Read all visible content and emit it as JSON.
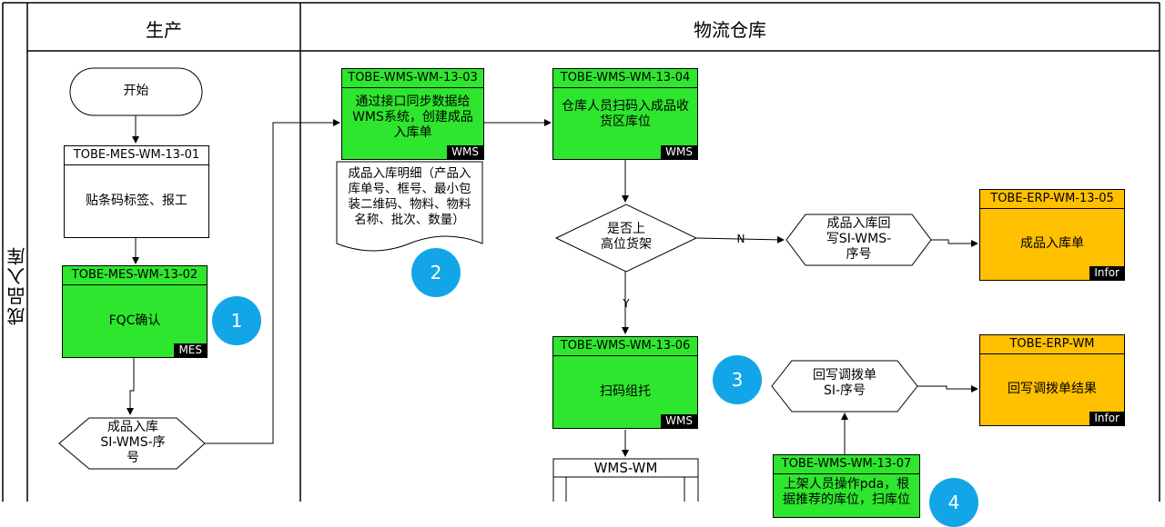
{
  "swimlane": {
    "row_label": "成品入库",
    "lanes": [
      "生产",
      "物流仓库"
    ]
  },
  "nodes": {
    "start": {
      "label": "开始"
    },
    "mes01": {
      "code": "TOBE-MES-WM-13-01",
      "text": "贴条码标签、报工"
    },
    "mes02": {
      "code": "TOBE-MES-WM-13-02",
      "text": "FQC确认",
      "tag": "MES"
    },
    "si_wms": {
      "text": "成品入库\nSI-WMS-序\n号"
    },
    "wms03": {
      "code": "TOBE-WMS-WM-13-03",
      "text": "通过接口同步数据给\nWMS系统，创建成品\n入库单",
      "tag": "WMS"
    },
    "doc": {
      "text": "成品入库明细（产品入\n库单号、框号、最小包\n装二维码、物料、物料\n名称、批次、数量）"
    },
    "wms04": {
      "code": "TOBE-WMS-WM-13-04",
      "text": "仓库人员扫码入成品收\n货区库位",
      "tag": "WMS"
    },
    "decision": {
      "text": "是否上\n高位货架",
      "no": "N",
      "yes": "Y"
    },
    "si_wms_back": {
      "text": "成品入库回\n写SI-WMS-\n序号"
    },
    "erp05": {
      "code": "TOBE-ERP-WM-13-05",
      "text": "成品入库单",
      "tag": "Infor"
    },
    "wms06": {
      "code": "TOBE-WMS-WM-13-06",
      "text": "扫码组托",
      "tag": "WMS"
    },
    "si_transfer": {
      "text": "回写调拨单\nSI-序号"
    },
    "erp_wm": {
      "code": "TOBE-ERP-WM",
      "text": "回写调拨单结果",
      "tag": "Infor"
    },
    "wms_wm": {
      "code": "WMS-WM"
    },
    "wms07": {
      "code": "TOBE-WMS-WM-13-07",
      "text": "上架人员操作pda，根\n据推荐的库位，扫库位"
    }
  },
  "markers": [
    "1",
    "2",
    "3",
    "4"
  ],
  "colors": {
    "process_green": "#2ee62e",
    "erp_orange": "#ffc000",
    "marker_blue": "#12a6e8"
  }
}
